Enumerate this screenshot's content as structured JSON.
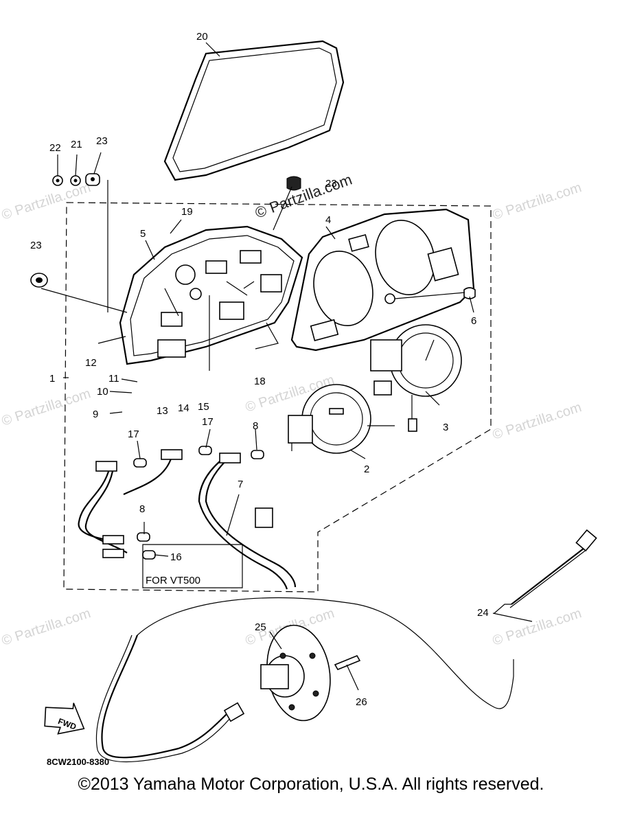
{
  "diagram": {
    "callouts": [
      "20",
      "22",
      "21",
      "23",
      "23",
      "23",
      "19",
      "5",
      "4",
      "6",
      "12",
      "1",
      "11",
      "10",
      "9",
      "13",
      "14",
      "15",
      "18",
      "3",
      "2",
      "17",
      "17",
      "8",
      "8",
      "16",
      "7",
      "24",
      "25",
      "26"
    ],
    "note_label": "FOR VT500",
    "drawing_code": "8CW2100-8380",
    "fwd_label": "FWD",
    "watermark": "© Partzilla.com"
  },
  "footer": {
    "copyright": "©2013  Yamaha Motor Corporation, U.S.A. All rights reserved."
  }
}
